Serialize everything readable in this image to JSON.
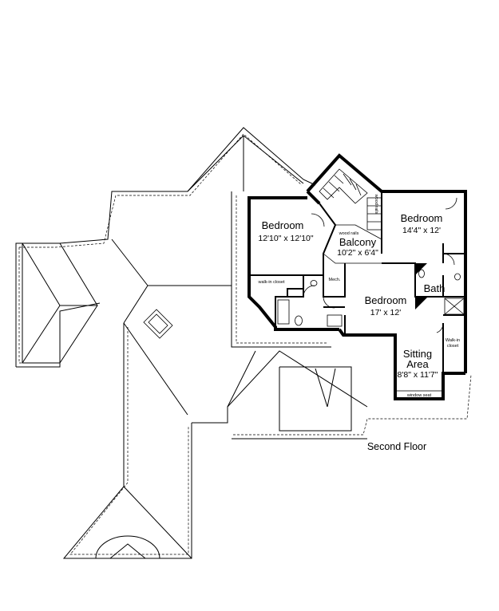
{
  "rooms": {
    "bedroom_left": {
      "name": "Bedroom",
      "size": "12'10\" x 12'10\""
    },
    "balcony": {
      "name": "Balcony",
      "size": "10'2\" x 6'4\""
    },
    "bedroom_right": {
      "name": "Bedroom",
      "size": "14'4\" x 12'"
    },
    "bath": {
      "name": "Bath"
    },
    "bedroom_center": {
      "name": "Bedroom",
      "size": "17' x 12'"
    },
    "sitting_area": {
      "name_line1": "Sitting",
      "name_line2": "Area",
      "size": "8'8\" x 11'7\""
    }
  },
  "small_labels": {
    "wood_rails": "wood rails",
    "walk_in_closet_left": "walk-in closet",
    "mech": "Mech.",
    "walk_in_right_line1": "Walk-in",
    "walk_in_right_line2": "closet",
    "window_seat": "window seat",
    "wood_stairs": "wood rails"
  },
  "caption": "Second Floor"
}
